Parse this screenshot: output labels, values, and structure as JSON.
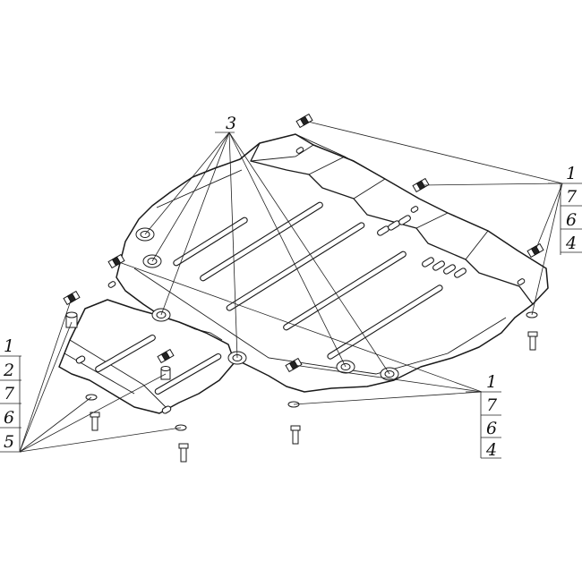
{
  "diagram": {
    "callouts": {
      "top_center": {
        "items": [
          "3"
        ]
      },
      "right_upper": {
        "items": [
          "1",
          "7",
          "6",
          "4"
        ]
      },
      "right_lower": {
        "items": [
          "1",
          "7",
          "6",
          "4"
        ]
      },
      "left_lower": {
        "items": [
          "1",
          "2",
          "7",
          "6",
          "5"
        ]
      }
    }
  }
}
